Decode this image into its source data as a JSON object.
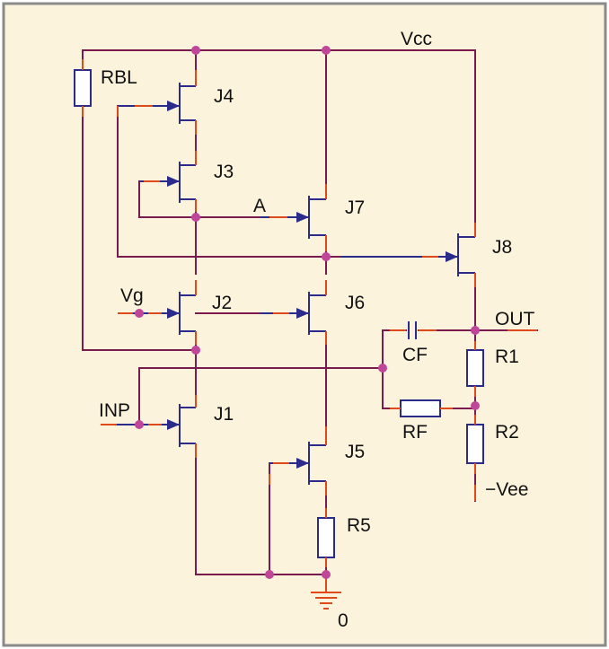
{
  "colors": {
    "frame_border": "#8a8a8a",
    "background": "#fcf3dc",
    "wire": "#7a1a4e",
    "gate": "#2b2b8c",
    "lead": "#e04a1a",
    "node": "#c0469a",
    "resistor_fill": "#ffffff",
    "resistor_stroke": "#2b2b8c"
  },
  "labels": {
    "vcc": "Vcc",
    "rbl": "RBL",
    "j4": "J4",
    "j3": "J3",
    "j7": "J7",
    "node_a": "A",
    "j8": "J8",
    "vg": "Vg",
    "j2": "J2",
    "j6": "J6",
    "out": "OUT",
    "cf": "CF",
    "r1": "R1",
    "inp": "INP",
    "j1": "J1",
    "rf": "RF",
    "r2": "R2",
    "j5": "J5",
    "vee": "−Vee",
    "r5": "R5",
    "ground": "0"
  }
}
